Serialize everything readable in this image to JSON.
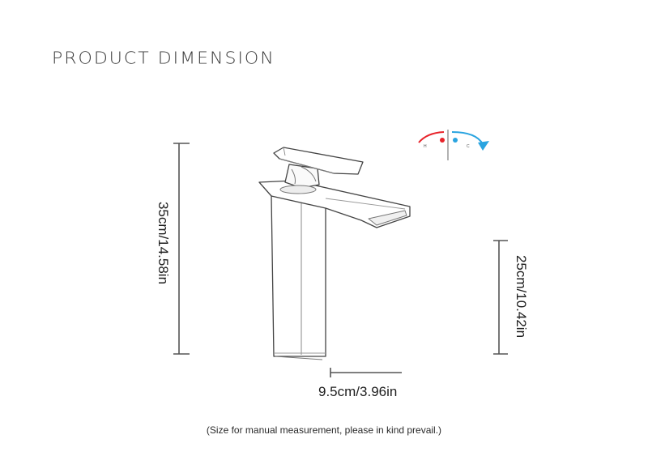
{
  "title": "PRODUCT DIMENSION",
  "dimensions": {
    "height_total": "35cm/14.58in",
    "spout_height": "25cm/10.42in",
    "base_width": "9.5cm/3.96in"
  },
  "temperature_indicator": {
    "hot_label": "H",
    "cold_label": "C",
    "hot_color": "#e8232a",
    "cold_color": "#2aa4e0"
  },
  "note": "(Size for manual measurement, please in kind prevail.)"
}
